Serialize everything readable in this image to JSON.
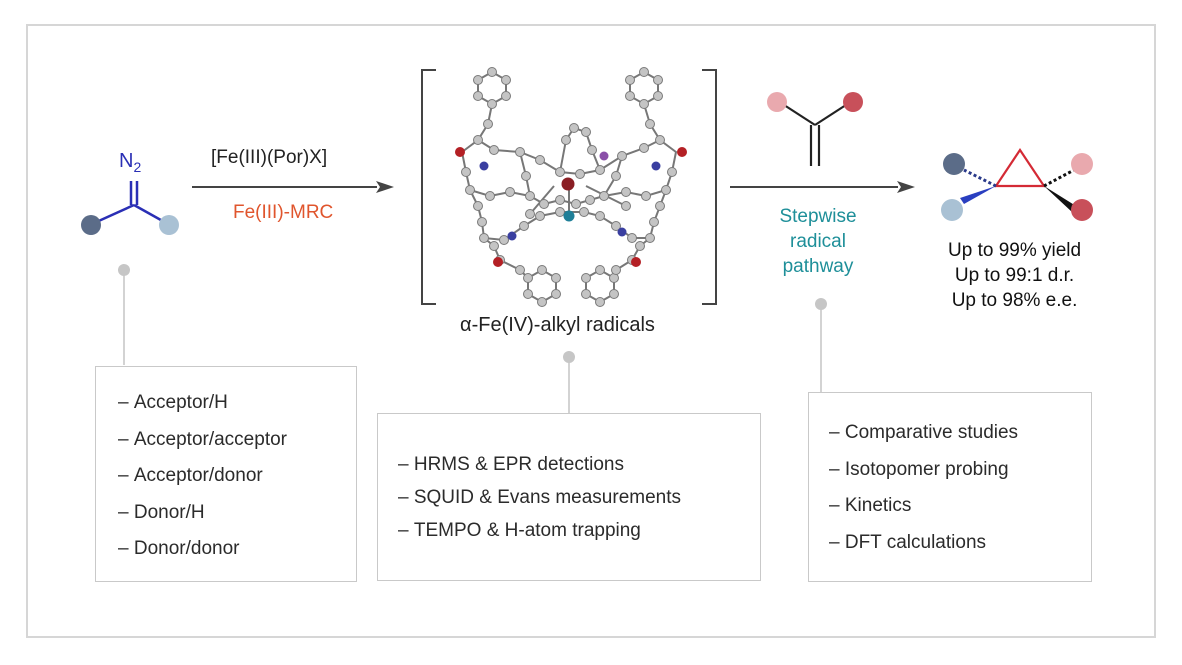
{
  "reagents": {
    "diazo_subscript_label": "N2",
    "catalyst_label": "[Fe(III)(Por)X]",
    "catalysis_label": "Fe(III)-MRC"
  },
  "intermediate": {
    "label": "α-Fe(IV)-alkyl radicals"
  },
  "pathway": {
    "line1": "Stepwise",
    "line2": "radical",
    "line3": "pathway"
  },
  "results": [
    "Up to 99% yield",
    "Up to 99:1 d.r.",
    "Up to 98% e.e."
  ],
  "boxes": {
    "diazo_scope": [
      "Acceptor/H",
      "Acceptor/acceptor",
      "Acceptor/donor",
      "Donor/H",
      "Donor/donor"
    ],
    "radical_evidence": [
      "HRMS & EPR detections",
      "SQUID & Evans measurements",
      "TEMPO & H-atom trapping"
    ],
    "mechanism_studies": [
      "Comparative studies",
      "Isotopomer probing",
      "Kinetics",
      "DFT calculations"
    ]
  },
  "colors": {
    "diazo_bond": "#2a2fb5",
    "catalysis_text": "#e0552d",
    "pathway_text": "#1e8f99",
    "cyclopropane": "#d42a35",
    "substituent_dark_blue": "#5b6c88",
    "substituent_light_blue": "#a9c1d4",
    "substituent_light_red": "#e9a9ae",
    "substituent_dark_red": "#c8505a",
    "connector": "#c2c2c2"
  }
}
